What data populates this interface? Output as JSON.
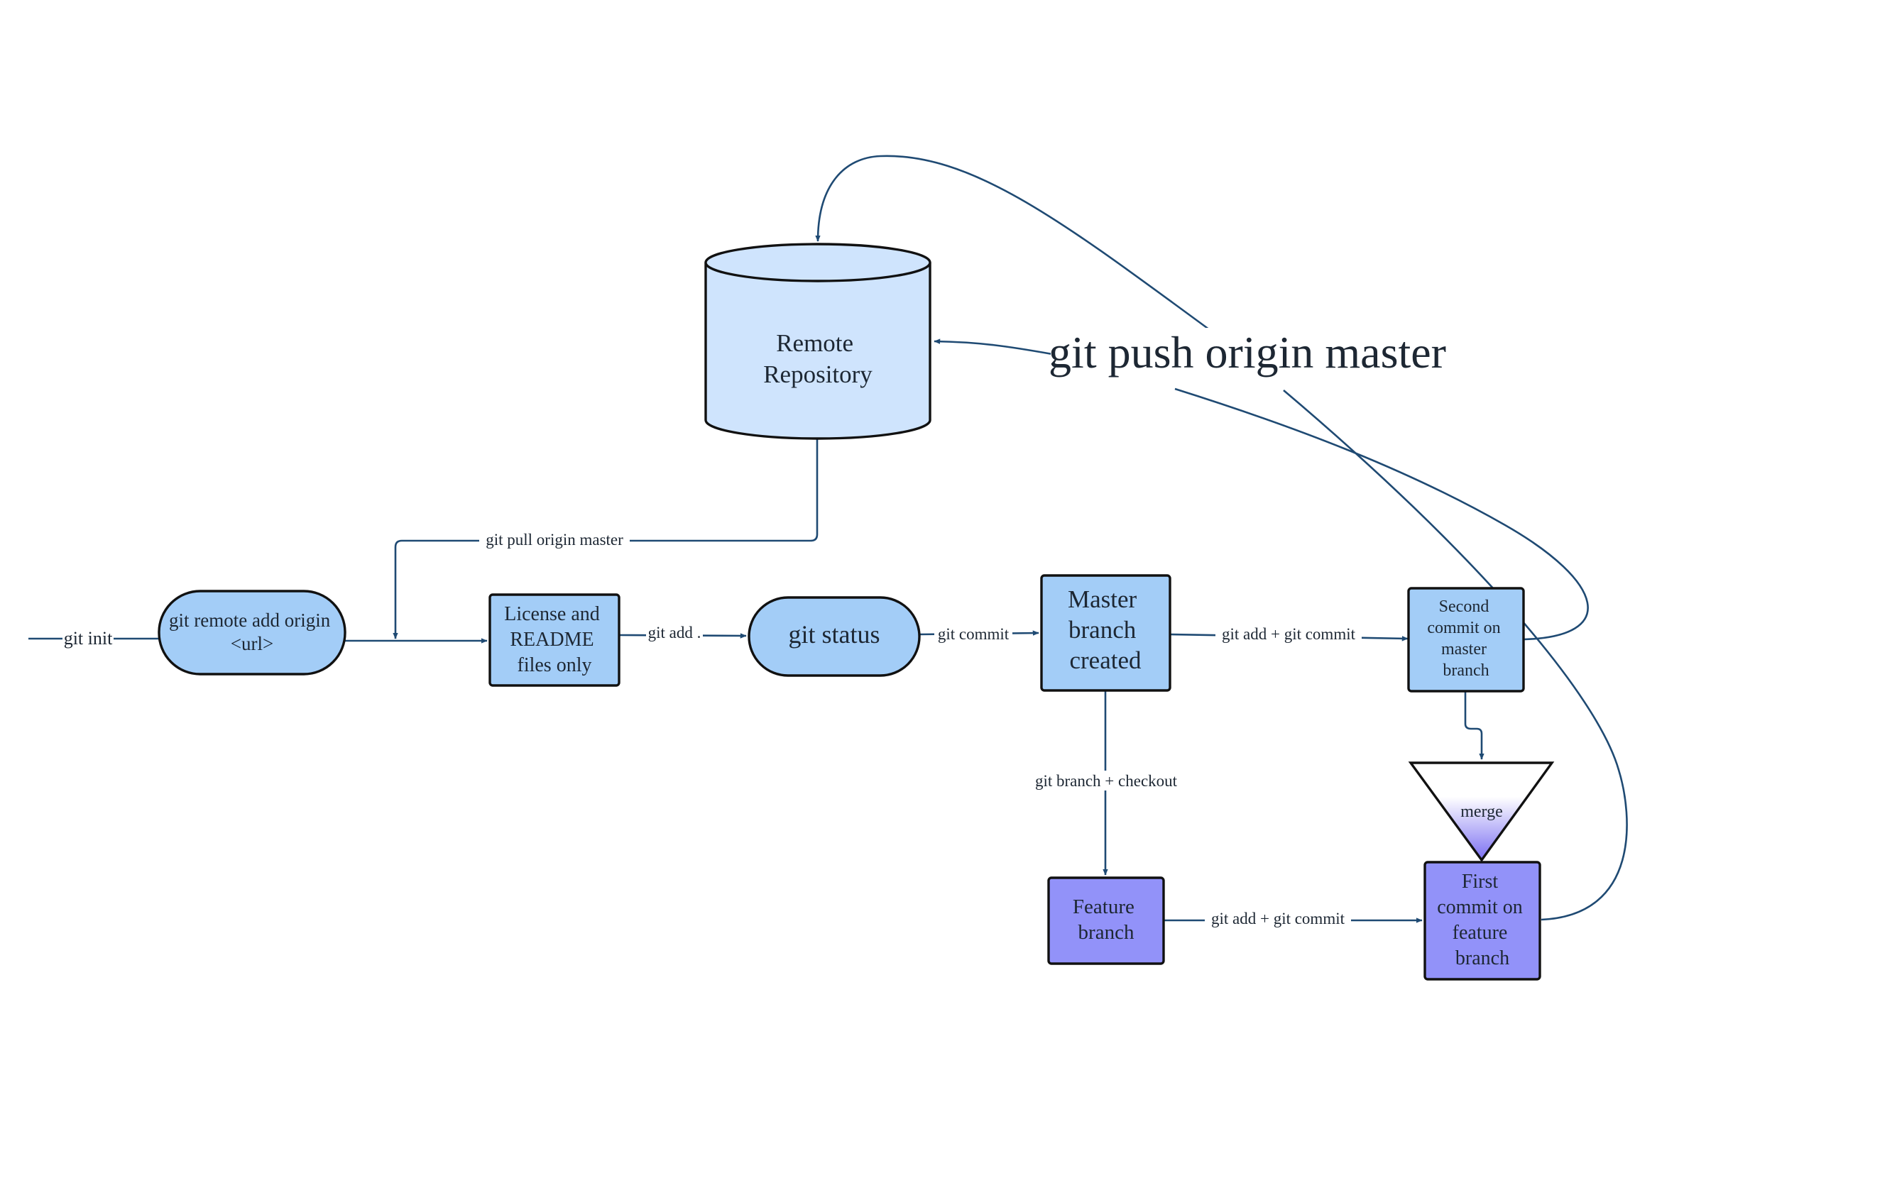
{
  "colors": {
    "light_blue": "#a3cdf7",
    "pale_blue": "#cfe4fd",
    "purple": "#9292f9",
    "connector": "#1f4a73",
    "outline": "#111111",
    "text": "#1d2733"
  },
  "nodes": {
    "remote_repository": {
      "lines": [
        "Remote",
        "Repository"
      ]
    },
    "git_remote_add": {
      "lines": [
        "git remote add origin",
        "<url>"
      ]
    },
    "license_readme": {
      "lines": [
        "License and",
        "README",
        "files only"
      ]
    },
    "git_status": {
      "lines": [
        "git status"
      ]
    },
    "master_branch": {
      "lines": [
        "Master",
        "branch",
        "created"
      ]
    },
    "second_commit": {
      "lines": [
        "Second",
        "commit on",
        "master",
        "branch"
      ]
    },
    "merge": {
      "lines": [
        "merge"
      ]
    },
    "feature_branch": {
      "lines": [
        "Feature",
        "branch"
      ]
    },
    "first_commit_feature": {
      "lines": [
        "First",
        "commit on",
        "feature",
        "branch"
      ]
    }
  },
  "edge_labels": {
    "git_init": "git init",
    "git_pull": "git pull origin master",
    "git_add": "git add .",
    "git_commit": "git commit",
    "git_add_commit_master": "git add + git commit",
    "git_branch_checkout": "git branch + checkout",
    "git_add_commit_feature": "git add + git commit",
    "git_push": "git push origin master"
  }
}
